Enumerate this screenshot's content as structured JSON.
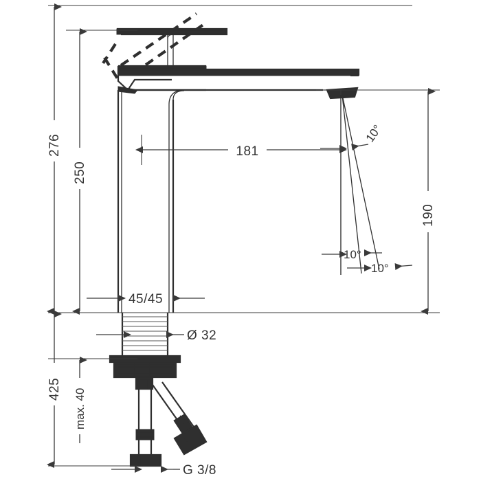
{
  "drawing": {
    "title": "Faucet technical dimension drawing",
    "type": "technical-dimension-drawing",
    "units": "mm",
    "line_color": "#2f2f2f",
    "dim_color": "#3a3a3a",
    "background": "#ffffff"
  },
  "dimensions": {
    "total_height": "276",
    "spout_height": "250",
    "reach": "181",
    "projection_height": "190",
    "base_size": "45/45",
    "hole_diameter": "Ø 32",
    "supply_length": "425",
    "max_thickness": "max. 40",
    "thread": "G 3/8"
  },
  "angles": {
    "upper": "10°",
    "lower_left": "10°",
    "lower_right": "10°"
  },
  "labels": [
    {
      "id": "total-height",
      "text": "276",
      "orientation": "vertical"
    },
    {
      "id": "spout-height",
      "text": "250",
      "orientation": "vertical"
    },
    {
      "id": "reach",
      "text": "181",
      "orientation": "horizontal"
    },
    {
      "id": "projection-height",
      "text": "190",
      "orientation": "vertical"
    },
    {
      "id": "angle-upper",
      "text": "10°",
      "orientation": "rotated"
    },
    {
      "id": "angle-lower-left",
      "text": "10°",
      "orientation": "horizontal"
    },
    {
      "id": "angle-lower-right",
      "text": "10°",
      "orientation": "horizontal"
    },
    {
      "id": "base-size",
      "text": "45/45",
      "orientation": "horizontal"
    },
    {
      "id": "hole-diameter",
      "text": "Ø 32",
      "orientation": "horizontal"
    },
    {
      "id": "supply-length",
      "text": "425",
      "orientation": "vertical"
    },
    {
      "id": "max-thickness",
      "text": "max. 40",
      "orientation": "vertical"
    },
    {
      "id": "thread-size",
      "text": "G 3/8",
      "orientation": "horizontal"
    }
  ]
}
